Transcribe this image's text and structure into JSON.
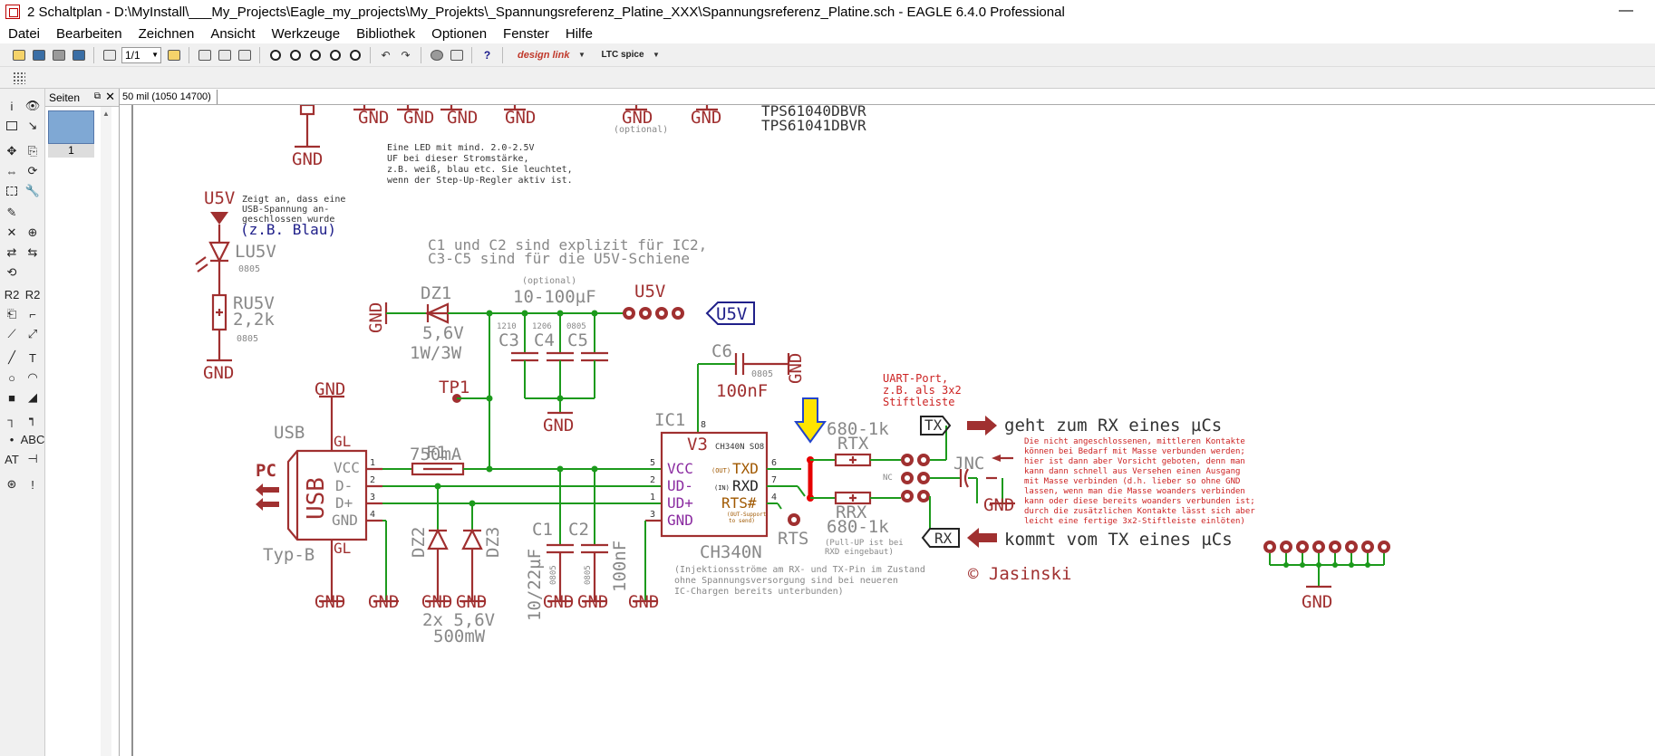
{
  "window": {
    "title": "2 Schaltplan - D:\\MyInstall\\___My_Projects\\Eagle_my_projects\\My_Projekts\\_Spannungsreferenz_Platine_XXX\\Spannungsreferenz_Platine.sch - EAGLE 6.4.0 Professional",
    "minimize": "—"
  },
  "menu": [
    "Datei",
    "Bearbeiten",
    "Zeichnen",
    "Ansicht",
    "Werkzeuge",
    "Bibliothek",
    "Optionen",
    "Fenster",
    "Hilfe"
  ],
  "toolbar": {
    "sheet_select": "1/1",
    "designlink": "design link",
    "ltc": "LTC spice"
  },
  "sheets_panel": {
    "title": "Seiten",
    "close": "✕",
    "sheet_label": "1"
  },
  "status": {
    "coordinates": "50 mil (1050 14700)",
    "command": ""
  },
  "schematic": {
    "top_gnds": [
      "GND",
      "GND",
      "GND",
      "GND",
      "GND",
      "GND"
    ],
    "tps1": "TPS61040DBVR",
    "tps2": "TPS61041DBVR",
    "optional_top": "(optional)",
    "gnd_left_top": "GND",
    "note_led": [
      "Eine LED mit mind. 2.0-2.5V",
      "UF bei dieser Stromstärke,",
      "z.B. weiß, blau etc. Sie leuchtet,",
      "wenn der Step-Up-Regler aktiv ist."
    ],
    "u5v_left": "U5V",
    "note_usb": [
      "Zeigt an, dass eine",
      "USB-Spannung an-",
      "geschlossen wurde"
    ],
    "blau": "(z.B. Blau)",
    "lu5v": "LU5V",
    "lu5v_pkg": "0805",
    "ru5v": "RU5V",
    "ru5v_val": "2,2k",
    "ru5v_pkg": "0805",
    "gnd_led": "GND",
    "note_c": [
      "C1 und C2 sind explizit für IC2,",
      "C3-C5 sind für die U5V-Schiene"
    ],
    "optional_c": "(optional)",
    "cap_range": "10-100µF",
    "u5v_conn": "U5V",
    "u5v_label": "U5V",
    "gnd_dz1": "GND",
    "dz1": "DZ1",
    "dz1_v": "5,6V",
    "dz1_w": "1W/3W",
    "pkg_1210": "1210",
    "pkg_1206": "1206",
    "pkg_0805": "0805",
    "c3": "C3",
    "c4": "C4",
    "c5": "C5",
    "gnd_c345": "GND",
    "c6": "C6",
    "c6_pkg": "0805",
    "c6_val": "100nF",
    "gnd_c6": "GND",
    "tp1": "TP1",
    "gnd_usb_top": "GND",
    "usb_name": "USB",
    "usb_body": "USB",
    "usb_pins": [
      "VCC",
      "D-",
      "D+",
      "GND"
    ],
    "usb_pin_nums": [
      "1",
      "2",
      "3",
      "4"
    ],
    "usb_gl_top": "GL",
    "usb_gl_bottom": "GL",
    "usb_type": "Typ-B",
    "pc": "PC",
    "f1": "F1",
    "f1_val": "750mA",
    "ic1": "IC1",
    "v3": "V3",
    "ch340n_so8": "CH340N SO8",
    "ic_left_pins": [
      "VCC",
      "UD-",
      "UD+",
      "GND"
    ],
    "ic_right_pins": [
      "TXD",
      "RXD",
      "RTS#"
    ],
    "ic_out": "(OUT)",
    "ic_in": "(IN)",
    "ic_rts_note": [
      "(OUT-Support",
      "to send)"
    ],
    "ic_left_nums": [
      "5",
      "2",
      "1",
      "3"
    ],
    "ic_right_nums": [
      "6",
      "7",
      "4"
    ],
    "ic_top_num": "8",
    "ch340n": "CH340N",
    "rts": "RTS",
    "r_val_top": "680-1k",
    "rtx": "RTX",
    "rrx": "RRX",
    "r_val_bottom": "680-1k",
    "pullup_note": [
      "(Pull-UP ist bei",
      "RXD eingebaut)"
    ],
    "uart_note": [
      "UART-Port,",
      "z.B. als 3x2",
      "Stiftleiste"
    ],
    "nc_small": "NC",
    "jnc": "JNC",
    "gnd_jnc": "GND",
    "tx": "TX",
    "rx": "RX",
    "to_rx": "geht zum RX eines µCs",
    "from_tx": "kommt vom TX eines µCs",
    "note_nc": [
      "Die nicht angeschlossenen, mittleren Kontakte",
      "können bei Bedarf mit Masse verbunden werden;",
      "hier ist dann aber Vorsicht geboten, denn man",
      "kann dann schnell aus Versehen einen Ausgang",
      "mit Masse verbinden (d.h. lieber so ohne GND",
      "lassen, wenn man die Masse woanders verbinden",
      "kann oder diese bereits woanders verbunden ist;",
      "durch die zusätzlichen Kontakte lässt sich aber",
      "leicht eine fertige 3x2-Stiftleiste einlöten)"
    ],
    "dz2": "DZ2",
    "dz3": "DZ3",
    "gnd_dz2": "GND",
    "gnd_dz3": "GND",
    "dz_info1": "2x 5,6V",
    "dz_info2": "500mW",
    "c1": "C1",
    "c2": "C2",
    "c1_val": "10/22µF",
    "c2_val": "100nF",
    "c1_pkg": "0805",
    "c2_pkg": "0805",
    "gnd_c1": "GND",
    "gnd_c2": "GND",
    "gnd_usb_bottom": "GND",
    "gnd_usb_gnd": "GND",
    "gnd_ic": "GND",
    "note_inj": [
      "(Injektionsströme am RX- und TX-Pin im Zustand",
      "ohne Spannungsversorgung sind bei neueren",
      "IC-Chargen bereits unterbunden)"
    ],
    "jasinski": "© Jasinski",
    "gnd_right": "GND"
  },
  "colors": {
    "part": "#a03030",
    "wire": "#1c9a1c",
    "text_gray": "#888888",
    "text_dark": "#333333",
    "label_blue": "#20208a",
    "note_red": "#cc2222",
    "ic_text": "#a05800",
    "ic_purple": "#8a2aa0",
    "highlight": "#e60000",
    "arrow_yellow": "#ffe400",
    "arrow_blue": "#2244cc"
  }
}
